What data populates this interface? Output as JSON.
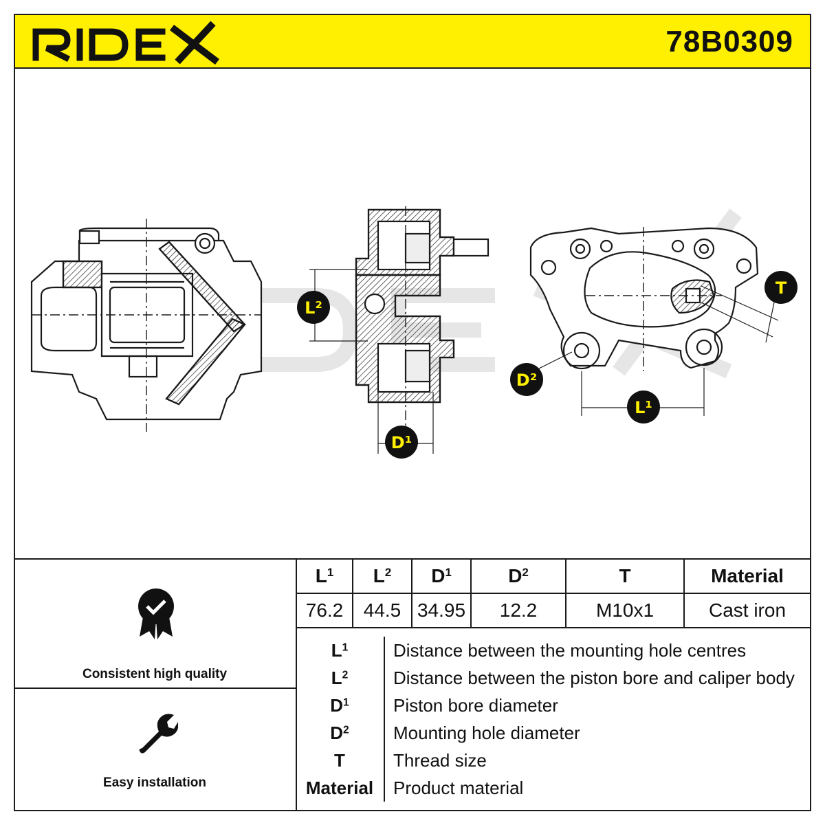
{
  "header": {
    "brand": "RIDEX",
    "part_number": "78B0309",
    "brand_color": "#ffef00"
  },
  "features": [
    {
      "label": "Consistent high quality",
      "icon": "quality-badge-icon"
    },
    {
      "label": "Easy installation",
      "icon": "wrench-icon"
    }
  ],
  "specs": {
    "headers": [
      "L¹",
      "L²",
      "D¹",
      "D²",
      "T",
      "Material"
    ],
    "values": [
      "76.2",
      "44.5",
      "34.95",
      "12.2",
      "M10x1",
      "Cast iron"
    ]
  },
  "legend": [
    {
      "key": "L¹",
      "desc": "Distance between the mounting hole centres"
    },
    {
      "key": "L²",
      "desc": "Distance between the piston bore and caliper body"
    },
    {
      "key": "D¹",
      "desc": "Piston bore diameter"
    },
    {
      "key": "D²",
      "desc": "Mounting hole diameter"
    },
    {
      "key": "T",
      "desc": "Thread size"
    },
    {
      "key": "Material",
      "desc": "Product material"
    }
  ],
  "drawing": {
    "dimension_labels": [
      "L²",
      "D¹",
      "D²",
      "L¹",
      "T"
    ]
  }
}
